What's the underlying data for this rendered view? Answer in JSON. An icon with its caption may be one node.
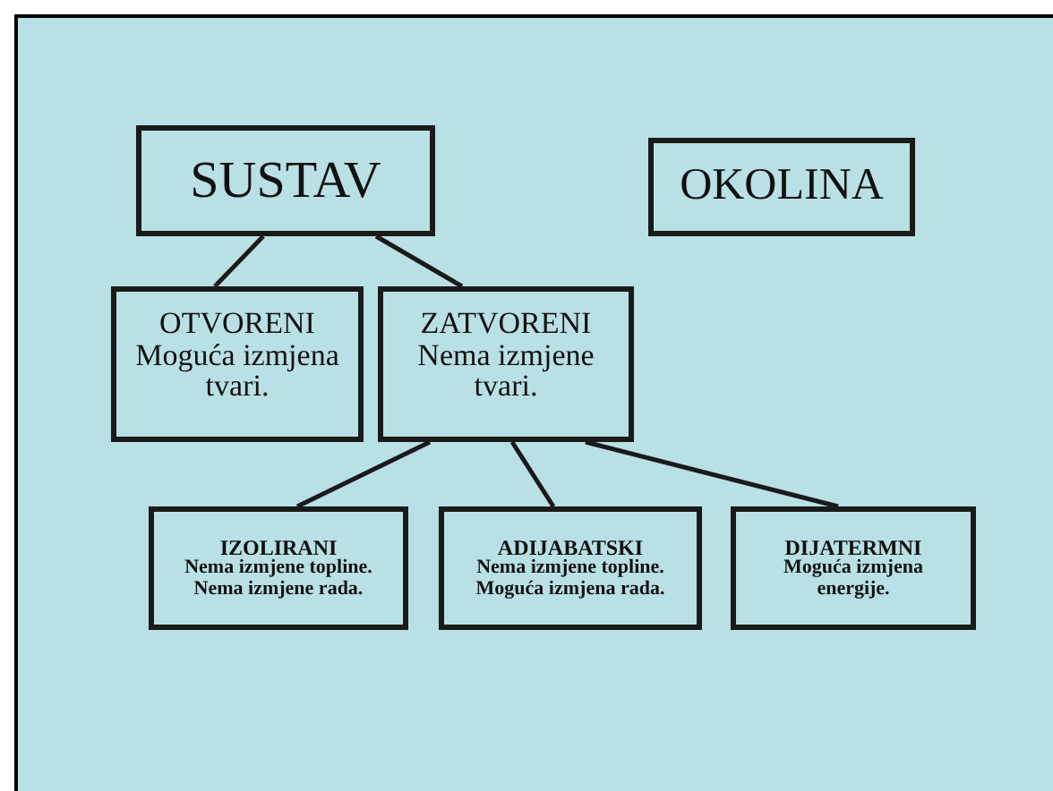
{
  "diagram": {
    "nodes": [
      {
        "text": [
          "SUSTAV"
        ]
      },
      {
        "text": [
          "OKOLINA"
        ]
      },
      {
        "text": [
          "OTVORENI",
          "Moguća izmjena tvari."
        ]
      },
      {
        "text": [
          "ZATVORENI",
          "Nema izmjene tvari."
        ]
      },
      {
        "text": [
          "IZOLIRANI",
          "Nema izmjene topline.",
          "Nema izmjene rada."
        ]
      },
      {
        "text": [
          "ADIJABATSKI",
          "Nema izmjene topline.",
          "Moguća izmjena rada."
        ]
      },
      {
        "text": [
          "DIJATERMNI",
          "Moguća izmjena energije."
        ]
      }
    ],
    "edges": [
      {
        "from": 0,
        "to": 2,
        "arrow": "none"
      },
      {
        "from": 0,
        "to": 3,
        "arrow": "none"
      },
      {
        "from": 3,
        "to": 4,
        "arrow": "none"
      },
      {
        "from": 3,
        "to": 5,
        "arrow": "none"
      },
      {
        "from": 3,
        "to": 6,
        "arrow": "none"
      }
    ]
  }
}
